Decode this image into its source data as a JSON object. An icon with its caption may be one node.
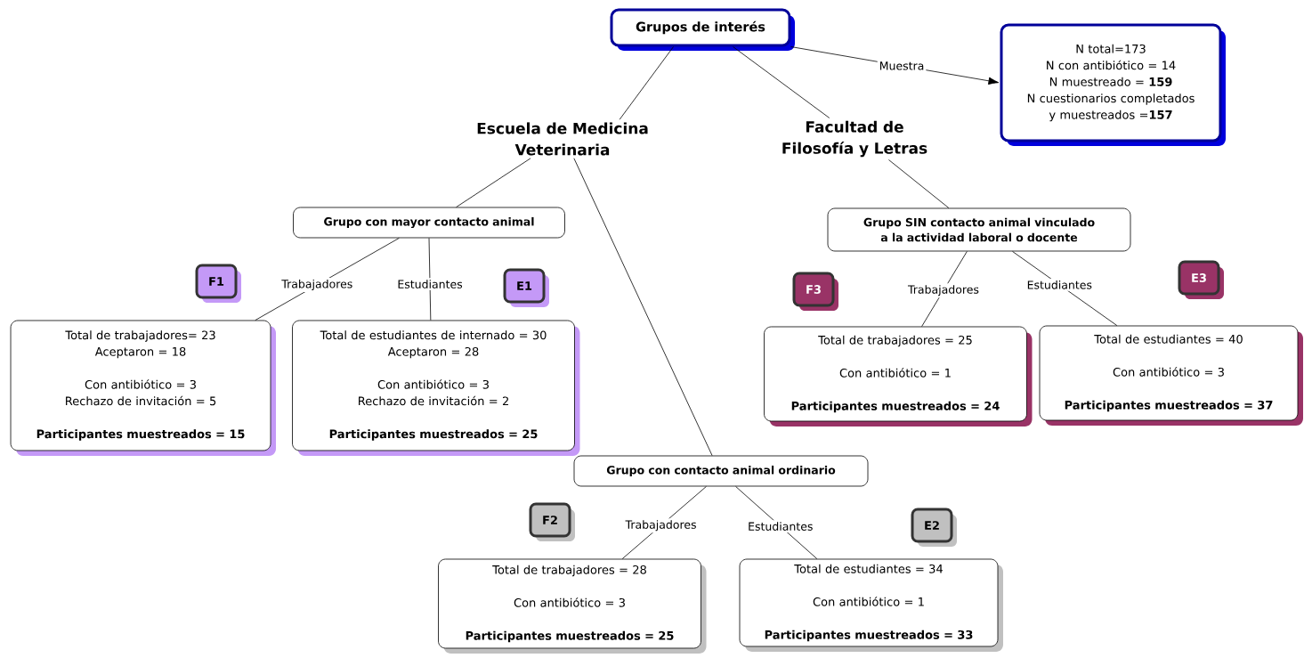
{
  "diagram": {
    "nodes": [
      {
        "text": [
          "Grupos de interés"
        ]
      },
      {
        "text": [
          "N total=173",
          "N con antibiótico = 14",
          "N muestreado = **159**",
          "N cuestionarios completados y muestreados =**157**"
        ]
      },
      {
        "text": [
          "Escuela de Medicina Veterinaria"
        ]
      },
      {
        "text": [
          "Facultad de Filosofía y Letras"
        ]
      },
      {
        "text": [
          "Grupo con mayor contacto animal"
        ]
      },
      {
        "text": [
          "Grupo con contacto animal ordinario"
        ]
      },
      {
        "text": [
          "Grupo SIN contacto animal vinculado a la actividad laboral o docente"
        ]
      },
      {
        "text": [
          "Total de trabajadores= 23",
          "Aceptaron = 18",
          "Con antibiótico = 3",
          "Rechazo de invitación = 5",
          "Participantes muestreados = 15"
        ]
      },
      {
        "text": [
          "Total de estudiantes de internado = 30",
          "Aceptaron = 28",
          "Con antibiótico = 3",
          "Rechazo de invitación = 2",
          "Participantes muestreados = 25"
        ]
      },
      {
        "text": [
          "Total de trabajadores = 28",
          "Con antibiótico = 3",
          "Participantes muestreados = 25"
        ]
      },
      {
        "text": [
          "Total de estudiantes = 34",
          "Con antibiótico = 1",
          "Participantes muestreados = 33"
        ]
      },
      {
        "text": [
          "Total de trabajadores = 25",
          "Con antibiótico = 1",
          "Participantes muestreados = 24"
        ]
      },
      {
        "text": [
          "Total de estudiantes = 40",
          "Con antibiótico = 3",
          "Participantes muestreados = 37"
        ]
      },
      {
        "text": [
          "F1"
        ]
      },
      {
        "text": [
          "E1"
        ]
      },
      {
        "text": [
          "F2"
        ]
      },
      {
        "text": [
          "E2"
        ]
      },
      {
        "text": [
          "F3"
        ]
      },
      {
        "text": [
          "E3"
        ]
      }
    ],
    "edges": [
      {
        "from": 0,
        "to": 1,
        "arrow": "to",
        "label": "Muestra"
      },
      {
        "from": 0,
        "to": 2,
        "arrow": "none"
      },
      {
        "from": 0,
        "to": 3,
        "arrow": "none"
      },
      {
        "from": 2,
        "to": 4,
        "arrow": "none"
      },
      {
        "from": 2,
        "to": 5,
        "arrow": "none"
      },
      {
        "from": 3,
        "to": 6,
        "arrow": "none"
      },
      {
        "from": 4,
        "to": 7,
        "arrow": "none",
        "label": "Trabajadores"
      },
      {
        "from": 4,
        "to": 8,
        "arrow": "none",
        "label": "Estudiantes"
      },
      {
        "from": 5,
        "to": 9,
        "arrow": "none",
        "label": "Trabajadores"
      },
      {
        "from": 5,
        "to": 10,
        "arrow": "none",
        "label": "Estudiantes"
      },
      {
        "from": 6,
        "to": 11,
        "arrow": "none",
        "label": "Trabajadores"
      },
      {
        "from": 6,
        "to": 12,
        "arrow": "none",
        "label": "Estudiantes"
      }
    ]
  }
}
